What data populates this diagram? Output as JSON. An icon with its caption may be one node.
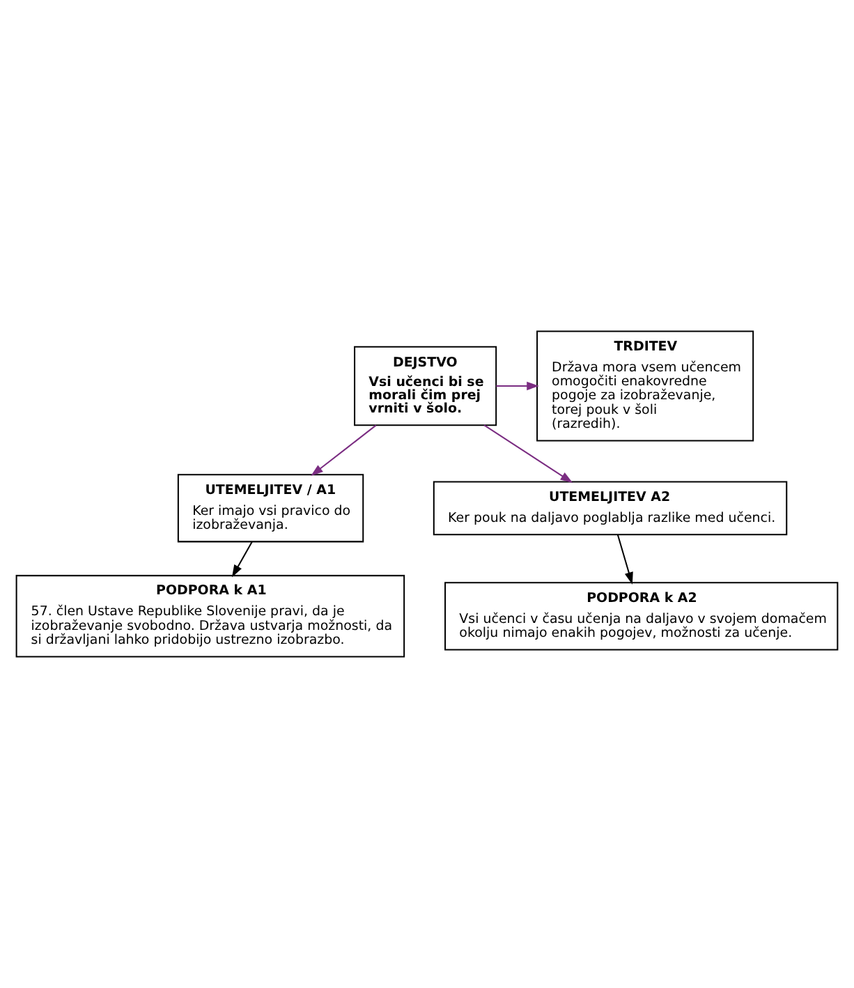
{
  "diagram": {
    "nodes": [
      {
        "text": [
          "DEJSTVO",
          "Vsi učenci bi se morali čim prej vrniti v šolo."
        ]
      },
      {
        "text": [
          "TRDITEV",
          "Država mora vsem učencem omogočiti enakovredne pogoje za izobraževanje, torej pouk v šoli (razredih)."
        ]
      },
      {
        "text": [
          "UTEMELJITEV / A1",
          "Ker imajo vsi pravico do izobraževanja."
        ]
      },
      {
        "text": [
          "PODPORA k A1",
          "57. člen Ustave Republike Slovenije pravi, da je izobraževanje svobodno. Država ustvarja možnosti, da si državljani lahko pridobijo ustrezno izobrazbo."
        ]
      },
      {
        "text": [
          "UTEMELJITEV A2",
          "Ker pouk na daljavo poglablja razlike med učenci."
        ]
      },
      {
        "text": [
          "PODPORA k A2",
          "Vsi učenci v času učenja na daljavo v svojem domačem okolju nimajo enakih pogojev, možnosti za učenje."
        ]
      }
    ],
    "edges": [
      {
        "from": 0,
        "to": 1,
        "arrow": "to",
        "color": "#7b2d82"
      },
      {
        "from": 0,
        "to": 2,
        "arrow": "to",
        "color": "#7b2d82"
      },
      {
        "from": 2,
        "to": 3,
        "arrow": "to",
        "color": "#000000"
      },
      {
        "from": 0,
        "to": 4,
        "arrow": "to",
        "color": "#7b2d82"
      },
      {
        "from": 4,
        "to": 5,
        "arrow": "to",
        "color": "#000000"
      }
    ]
  }
}
